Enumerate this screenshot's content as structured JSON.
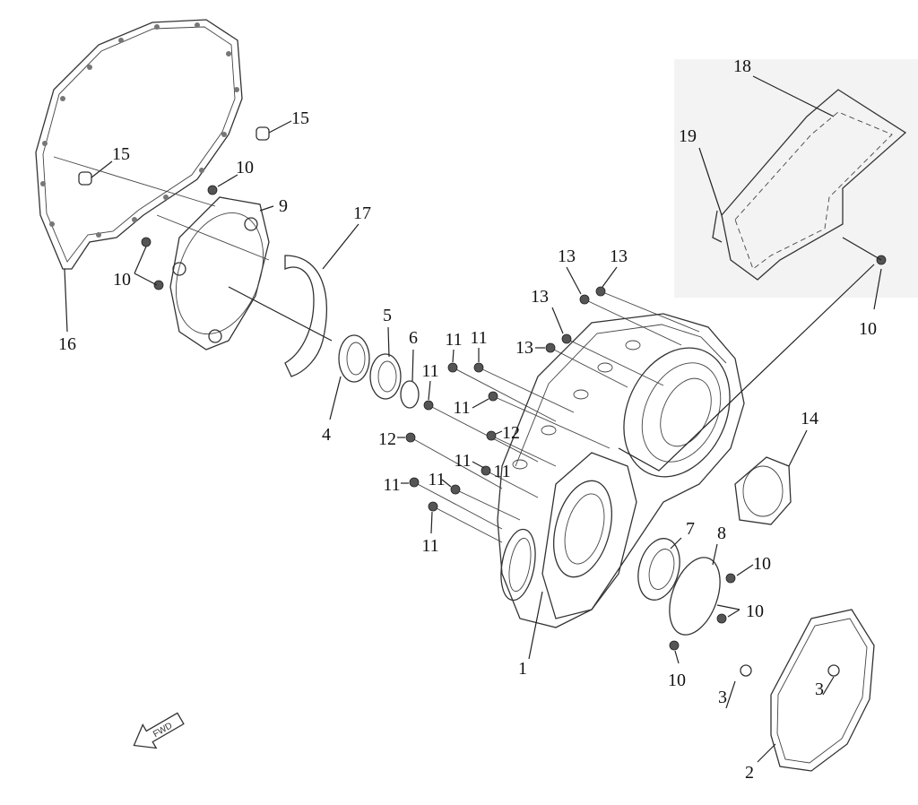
{
  "diagram": {
    "type": "exploded-parts-diagram",
    "direction_marker": "FWD",
    "inset_background": "#f3f3f3",
    "callouts": [
      "18",
      "19",
      "10",
      "15",
      "15",
      "10",
      "9",
      "17",
      "10",
      "16",
      "13",
      "13",
      "13",
      "13",
      "5",
      "6",
      "11",
      "11",
      "11",
      "11",
      "4",
      "12",
      "12",
      "11",
      "11",
      "11",
      "11",
      "11",
      "14",
      "7",
      "8",
      "10",
      "10",
      "1",
      "10",
      "3",
      "3",
      "2"
    ]
  }
}
